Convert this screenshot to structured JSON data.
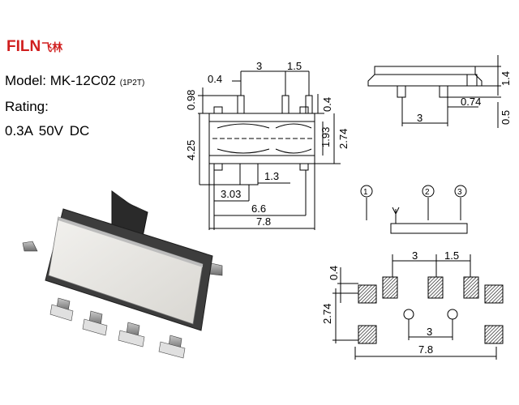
{
  "brand": {
    "logo_text": "FILN",
    "logo_cjk": "飞林"
  },
  "specs": {
    "model_label": "Model: MK-12C02",
    "model_sub": "(1P2T)",
    "rating_label": "Rating:",
    "rating_values": "0.3A  50V  DC"
  },
  "drawing": {
    "top_view": {
      "dim_3": "3",
      "dim_1_5": "1.5",
      "dim_0_4": "0.4",
      "dim_0_98": "0.98",
      "dim_0_4_right": "0.4",
      "dim_4_25": "4.25",
      "dim_1_93": "1.93",
      "dim_2_74": "2.74",
      "dim_1_3": "1.3",
      "dim_3_03": "3.03",
      "dim_6_6": "6.6",
      "dim_7_8": "7.8"
    },
    "side_view": {
      "dim_1_4": "1.4",
      "dim_0_74": "0.74",
      "dim_3": "3",
      "dim_0_5": "0.5"
    },
    "schematic": {
      "pin1": "1",
      "pin2": "2",
      "pin3": "3"
    },
    "footprint": {
      "dim_3": "3",
      "dim_1_5": "1.5",
      "dim_0_4": "0.4",
      "dim_2_74": "2.74",
      "dim_3_bottom": "3",
      "dim_7_8": "7.8"
    }
  }
}
